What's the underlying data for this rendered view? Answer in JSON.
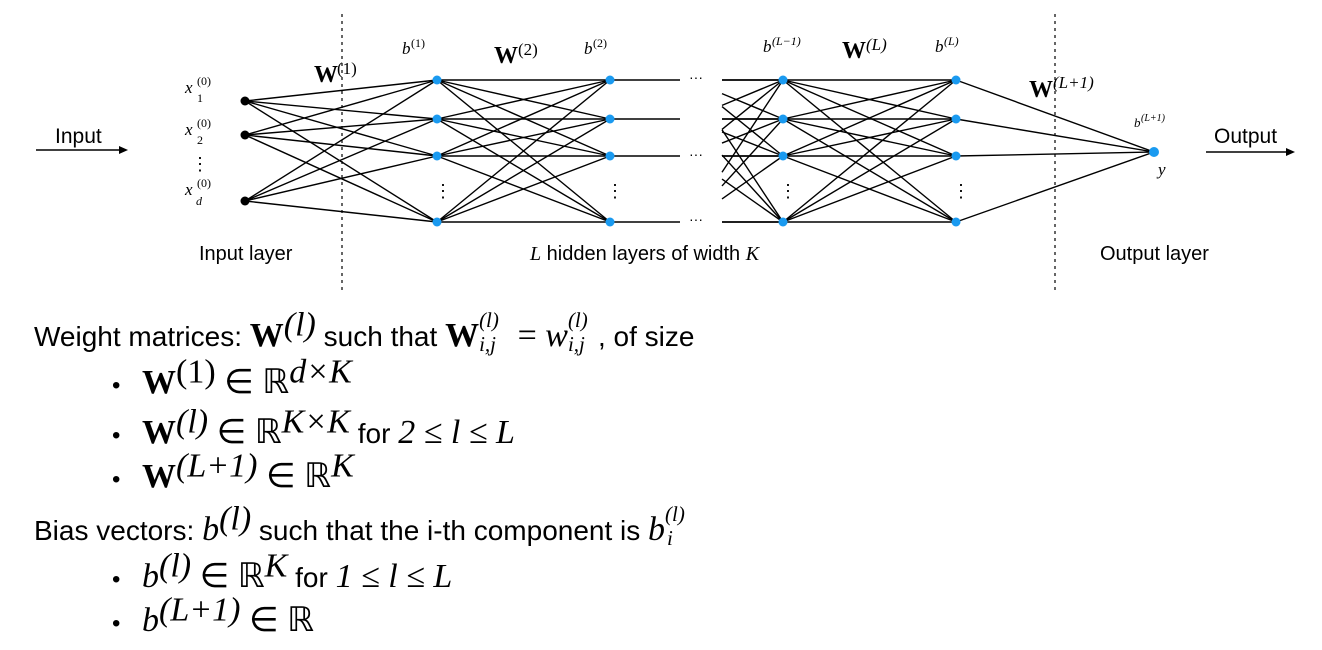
{
  "diagram": {
    "input_label": "Input",
    "output_label": "Output",
    "input_layer_label": "Input layer",
    "hidden_layers_label_L": "L",
    "hidden_layers_label_mid": " hidden layers of width ",
    "hidden_layers_label_K": "K",
    "output_layer_label": "Output layer",
    "input_nodes": [
      {
        "base": "x",
        "sub": "1",
        "sup": "(0)"
      },
      {
        "base": "x",
        "sub": "2",
        "sup": "(0)"
      },
      {
        "base": "x",
        "sub": "d",
        "sup": "(0)"
      }
    ],
    "weight_labels": [
      {
        "base": "W",
        "sup": "(1)"
      },
      {
        "base": "W",
        "sup": "(2)"
      },
      {
        "base": "W",
        "sup": "(L)"
      },
      {
        "base": "W",
        "sup": "(L+1)"
      }
    ],
    "bias_labels": [
      {
        "base": "b",
        "sup": "(1)"
      },
      {
        "base": "b",
        "sup": "(2)"
      },
      {
        "base": "b",
        "sup": "(L−1)"
      },
      {
        "base": "b",
        "sup": "(L)"
      },
      {
        "base": "b",
        "sup": "(L+1)"
      }
    ],
    "output_node_label": "y",
    "ellipsis_vertical": "⋮",
    "ellipsis_horizontal": "···",
    "node_color": "#1a9af0",
    "input_node_color": "#000000"
  },
  "text": {
    "weight_intro": "Weight matrices: ",
    "weight_such_that": " such that ",
    "weight_of_size": ", of size",
    "bias_intro": "Bias vectors: ",
    "bias_such_that": " such that the i-th component is ",
    "for_word": "for ",
    "bullets_weights": [
      {
        "lhs": "W",
        "sup": "(1)",
        "rel": " ∈ ",
        "set": "ℝ",
        "setsup": "d×K",
        "cond": ""
      },
      {
        "lhs": "W",
        "sup": "(l)",
        "rel": " ∈ ",
        "set": "ℝ",
        "setsup": "K×K",
        "cond": "2 ≤ l ≤ L"
      },
      {
        "lhs": "W",
        "sup": "(L+1)",
        "rel": " ∈ ",
        "set": "ℝ",
        "setsup": "K",
        "cond": ""
      }
    ],
    "bullets_biases": [
      {
        "lhs": "b",
        "sup": "(l)",
        "rel": " ∈ ",
        "set": "ℝ",
        "setsup": "K",
        "cond": "1 ≤ l ≤ L"
      },
      {
        "lhs": "b",
        "sup": "(L+1)",
        "rel": " ∈ ",
        "set": "ℝ",
        "setsup": "",
        "cond": ""
      }
    ],
    "W_sym": "W",
    "l_sup": "(l)",
    "ij_sub": "i,j",
    "eq": " = ",
    "w_sym": "w",
    "b_sym": "b",
    "i_sub": "i"
  }
}
